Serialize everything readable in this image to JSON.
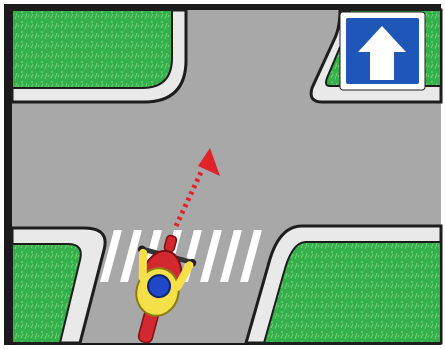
{
  "scene": {
    "colors": {
      "frame": "#000000",
      "grass": "#33b04a",
      "grass_texture": "#7fd17f",
      "sidewalk": "#e9e9e9",
      "curb": "#1d1d1d",
      "road": "#a8a8a8",
      "crosswalk_stripe": "#ffffff",
      "arrow": "#e0222b",
      "sign_background": "#1f57b8",
      "sign_arrow": "#ffffff",
      "rider_jacket": "#f5e04a",
      "rider_helmet": "#2148c7",
      "motorcycle": "#d3282f"
    },
    "sign": {
      "icon": "one-way-straight-ahead-sign-icon",
      "text": ""
    },
    "vehicle": {
      "icon": "motorcycle-with-rider-icon",
      "direction": "straight-ahead"
    },
    "path": {
      "icon": "dotted-red-direction-arrow-icon",
      "style": "dotted"
    },
    "crosswalk": {
      "stripes": 8
    }
  }
}
